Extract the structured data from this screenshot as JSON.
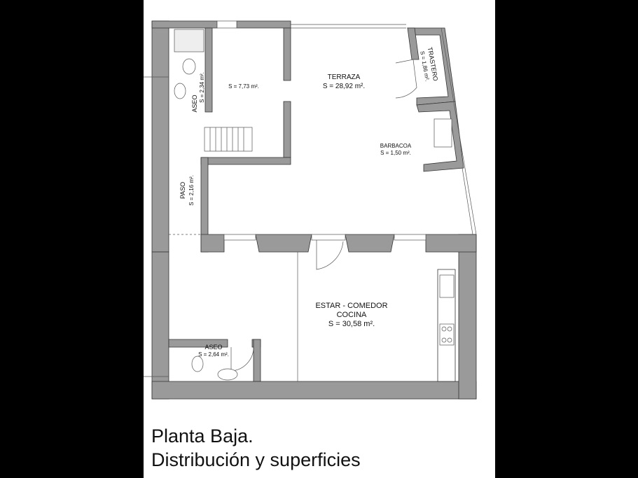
{
  "rooms": {
    "aseo_upper": {
      "name": "ASEO",
      "area": "S = 2,34 m²."
    },
    "room_center": {
      "area": "S = 7,73 m²."
    },
    "terraza": {
      "name": "TERRAZA",
      "area": "S = 28,92 m²."
    },
    "trastero": {
      "name": "TRASTERO",
      "area": "S = 1,86 m²."
    },
    "barbacoa": {
      "name": "BARBACOA",
      "area": "S = 1,50 m²."
    },
    "paso": {
      "name": "PASO",
      "area": "S = 2,16 m²."
    },
    "estar": {
      "name": "ESTAR - COMEDOR",
      "name2": "COCINA",
      "area": "S = 30,58 m²."
    },
    "aseo_lower": {
      "name": "ASEO",
      "area": "S = 2,64 m²."
    }
  },
  "caption": {
    "line1": "Planta Baja.",
    "line2": "Distribución y superficies"
  },
  "colors": {
    "wall": "#9a9a9a",
    "wall_outline": "#333333",
    "background_outer": "#000000",
    "sheet": "#ffffff"
  }
}
